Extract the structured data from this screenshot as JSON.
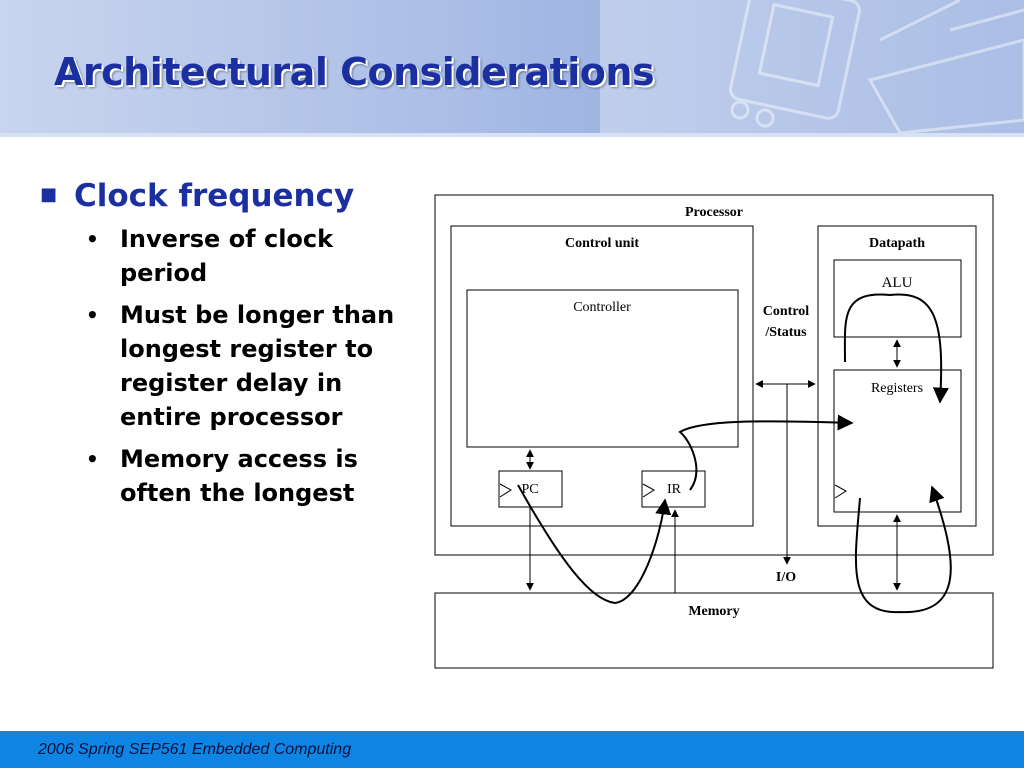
{
  "slide": {
    "title": "Architectural Considerations",
    "bullets": [
      {
        "text": "Clock frequency",
        "sub": [
          "Inverse of clock period",
          "Must be longer than longest register to register delay in entire processor",
          "Memory access is often the longest"
        ]
      }
    ]
  },
  "diagram": {
    "processor": "Processor",
    "control_unit": "Control unit",
    "controller": "Controller",
    "datapath": "Datapath",
    "alu": "ALU",
    "registers": "Registers",
    "pc": "PC",
    "ir": "IR",
    "control_status_1": "Control",
    "control_status_2": "/Status",
    "io": "I/O",
    "memory": "Memory"
  },
  "footer": {
    "text": "2006  Spring SEP561 Embedded Computing"
  },
  "colors": {
    "title": "#1c2fa0",
    "footer_bar": "#0f85e3",
    "banner": "#a9bde6"
  }
}
